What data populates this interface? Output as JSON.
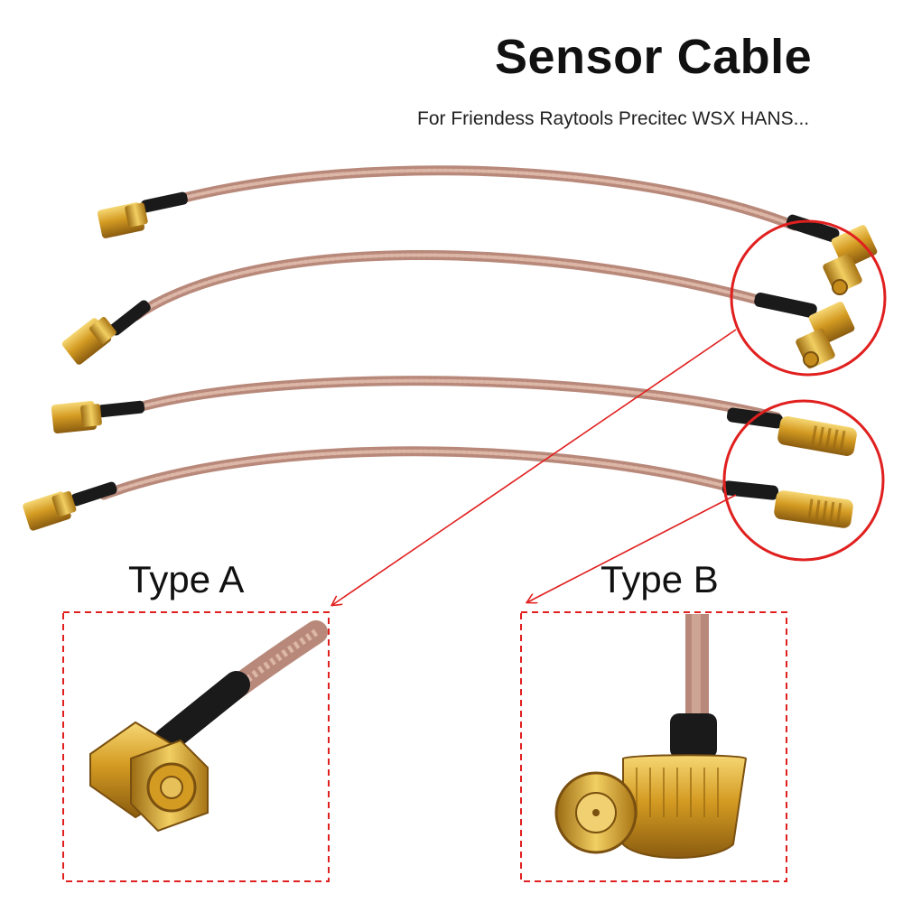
{
  "header": {
    "title": "Sensor Cable",
    "subtitle": "For Friendess Raytools Precitec WSX HANS..."
  },
  "types": {
    "a": {
      "label": "Type A"
    },
    "b": {
      "label": "Type B"
    }
  },
  "colors": {
    "cable": "#c9a08f",
    "gold": "#d8a636",
    "heatshrink": "#1a1a1a",
    "highlight": "#e0201f"
  }
}
